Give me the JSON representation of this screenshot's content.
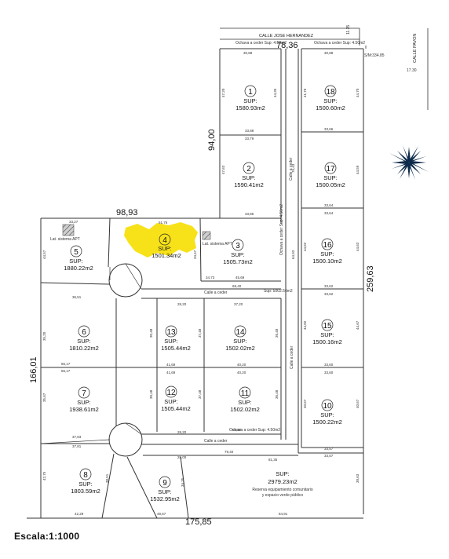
{
  "streets": {
    "top": "CALLE JOSE HERNANDEZ",
    "right": "CALLE PAVON",
    "right_width": "17.30",
    "right_top_width": "11.35",
    "inner_vertical": "Calle a ceder",
    "inner_middle": "Calle a ceder",
    "inner_bottom": "Calle a ceder",
    "inner_right_lower": "Calle a ceder"
  },
  "outer_dims": {
    "top": "78,36",
    "left_upper": "94,00",
    "left_lower": "166,01",
    "right": "259,63",
    "bottom": "175,85",
    "mid_top": "98,93",
    "sm": "S/M:334.85"
  },
  "lots": [
    {
      "num": "1",
      "sup": "SUP:",
      "area": "1580.93m2"
    },
    {
      "num": "2",
      "sup": "SUP:",
      "area": "1590.41m2"
    },
    {
      "num": "3",
      "sup": "SUP:",
      "area": "1505.73m2"
    },
    {
      "num": "4",
      "sup": "SUP:",
      "area": "1501.34m2"
    },
    {
      "num": "5",
      "sup": "SUP:",
      "area": "1880.22m2"
    },
    {
      "num": "6",
      "sup": "SUP:",
      "area": "1810.22m2"
    },
    {
      "num": "7",
      "sup": "SUP:",
      "area": "1938.61m2"
    },
    {
      "num": "8",
      "sup": "SUP:",
      "area": "1803.59m2"
    },
    {
      "num": "9",
      "sup": "SUP:",
      "area": "1532.95m2"
    },
    {
      "num": "10",
      "sup": "SUP:",
      "area": "1500.22m2"
    },
    {
      "num": "11",
      "sup": "SUP:",
      "area": "1502.02m2"
    },
    {
      "num": "12",
      "sup": "SUP:",
      "area": "1505.44m2"
    },
    {
      "num": "13",
      "sup": "SUP:",
      "area": "1505.44m2"
    },
    {
      "num": "14",
      "sup": "SUP:",
      "area": "1502.02m2"
    },
    {
      "num": "15",
      "sup": "SUP:",
      "area": "1500.16m2"
    },
    {
      "num": "16",
      "sup": "SUP:",
      "area": "1500.10m2"
    },
    {
      "num": "17",
      "sup": "SUP:",
      "area": "1500.05m2"
    },
    {
      "num": "18",
      "sup": "SUP:",
      "area": "1500.60m2"
    }
  ],
  "reserve": {
    "sup": "SUP:",
    "area": "2979.23m2",
    "line1": "Reserva equipamiento comunitario",
    "line2": "y espacio verde público"
  },
  "street_sup": "Sup: 5002.56m2",
  "dims": {
    "d1": "33,88",
    "d2": "33,79",
    "d3": "33,76",
    "d4": "33,86",
    "d5": "30,88",
    "d6": "33,66",
    "d7": "33,64",
    "d8": "33,62",
    "d9": "33,60",
    "d10": "33,57",
    "d11": "47,20",
    "d12": "44,35",
    "d13": "41,76",
    "d14": "44,70",
    "d15": "47,63",
    "d16": "44,59",
    "d17": "51,76",
    "d18": "34,47",
    "d19": "34,73",
    "d20": "45,69",
    "d21": "68,40",
    "d22": "37,20",
    "d23": "28,20",
    "d24": "41,69",
    "d25": "40,20",
    "d26": "56,17",
    "d27": "36,51",
    "d28": "37,83",
    "d29": "37,81",
    "d30": "79,40",
    "d31": "81,35",
    "d32": "28,00",
    "d33": "42,29",
    "d34": "49,67",
    "d35": "84,91",
    "d36": "33,27",
    "d37": "44,57",
    "d38": "30,48",
    "d39": "37,48",
    "d40": "36,48",
    "d41": "44,82",
    "d42": "44,67",
    "d43": "40,67",
    "d44": "42,75",
    "d45": "38,51",
    "d46": "34,35",
    "d47": "30,63",
    "d48": "35,20",
    "d49": "44,62",
    "d50": "44,63",
    "d51": "64,93",
    "d52": "76,43",
    "d53": "35,67"
  },
  "notes": {
    "corner_top": "Ochava a ceder Sup: 4.50m2",
    "corner_top2": "Ochava a ceder Sup: 4.50m2",
    "corner_mid": "Ochava a ceder Sup: 4.50m2",
    "corner_low": "Ochava a ceder Sup: 4.50m2",
    "lot3_note": "Lat. sistema APT",
    "lot5_note": "Lat. sistema APT"
  },
  "scale": "Escala:1:1000",
  "colors": {
    "line": "#333333",
    "highlight": "#f7e21a",
    "hatch": "#555555",
    "compass": "#0d2a4a"
  }
}
